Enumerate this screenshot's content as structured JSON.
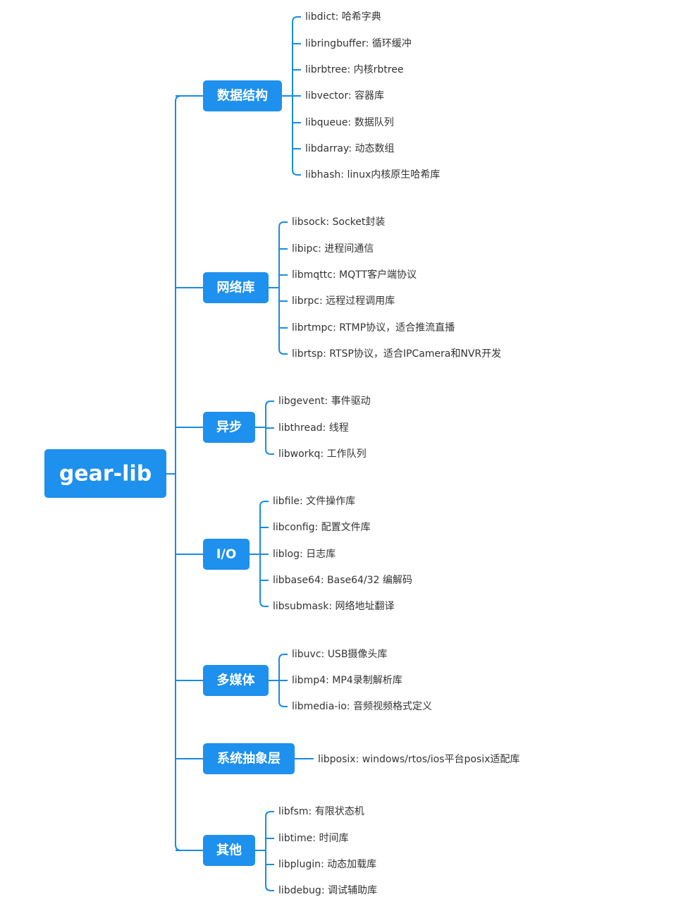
{
  "theme": {
    "accent": "#1e90ee",
    "line": "#1a8ae6",
    "text": "#333333"
  },
  "root": {
    "label": "gear-lib"
  },
  "categories": [
    {
      "label": "数据结构",
      "items": [
        "libdict: 哈希字典",
        "libringbuffer: 循环缓冲",
        "librbtree: 内核rbtree",
        "libvector: 容器库",
        "libqueue: 数据队列",
        "libdarray: 动态数组",
        "libhash: linux内核原生哈希库"
      ]
    },
    {
      "label": "网络库",
      "items": [
        "libsock: Socket封装",
        "libipc: 进程间通信",
        "libmqttc: MQTT客户端协议",
        "librpc: 远程过程调用库",
        "librtmpc: RTMP协议，适合推流直播",
        "librtsp: RTSP协议，适合IPCamera和NVR开发"
      ]
    },
    {
      "label": "异步",
      "items": [
        "libgevent: 事件驱动",
        "libthread: 线程",
        "libworkq: 工作队列"
      ]
    },
    {
      "label": "I/O",
      "items": [
        "libfile: 文件操作库",
        "libconfig: 配置文件库",
        "liblog: 日志库",
        "libbase64: Base64/32 编解码",
        "libsubmask: 网络地址翻译"
      ]
    },
    {
      "label": "多媒体",
      "items": [
        "libuvc: USB摄像头库",
        "libmp4: MP4录制解析库",
        "libmedia-io: 音频视频格式定义"
      ]
    },
    {
      "label": "系统抽象层",
      "items": [
        "libposix: windows/rtos/ios平台posix适配库"
      ]
    },
    {
      "label": "其他",
      "items": [
        "libfsm: 有限状态机",
        "libtime: 时间库",
        "libplugin: 动态加载库",
        "libdebug: 调试辅助库"
      ]
    }
  ]
}
